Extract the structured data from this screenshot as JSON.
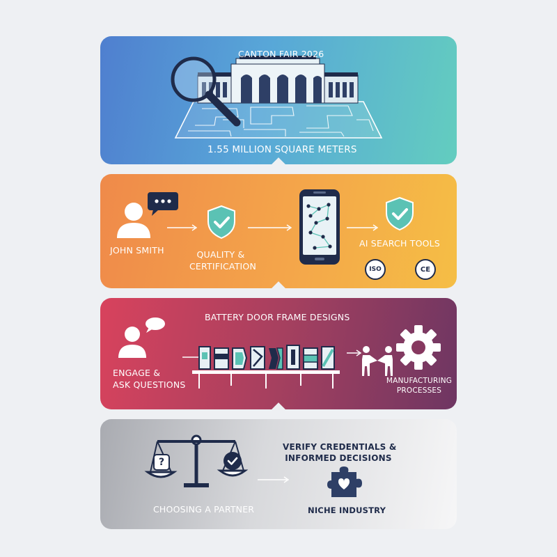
{
  "panels": [
    {
      "title": "CANTON FAIR 2026",
      "subtitle": "1.55 MILLION SQUARE METERS"
    },
    {
      "person_label": "JOHN SMITH",
      "quality_label": [
        "QUALITY &",
        "CERTIFICATION"
      ],
      "ai_label": "AI SEARCH TOOLS",
      "badges": [
        "ISO",
        "CE"
      ]
    },
    {
      "title": "BATTERY DOOR FRAME DESIGNS",
      "engage_label": [
        "ENGAGE &",
        "ASK QUESTIONS"
      ],
      "manufacturing_label": [
        "MANUFACTURING",
        "PROCESSES"
      ]
    },
    {
      "verify_label": [
        "VERIFY CREDENTIALS &",
        "INFORMED DECISIONS"
      ],
      "partner_label": "CHOOSING A PARTNER",
      "niche_label": "NICHE INDUSTRY"
    }
  ],
  "colors": {
    "navy": "#1f2b4a",
    "teal": "#5bc2b4",
    "panel1_start": "#4f7fcf",
    "panel2_start": "#ef8a4a",
    "panel3_start": "#d8425d",
    "panel4_start": "#a9abb1"
  }
}
